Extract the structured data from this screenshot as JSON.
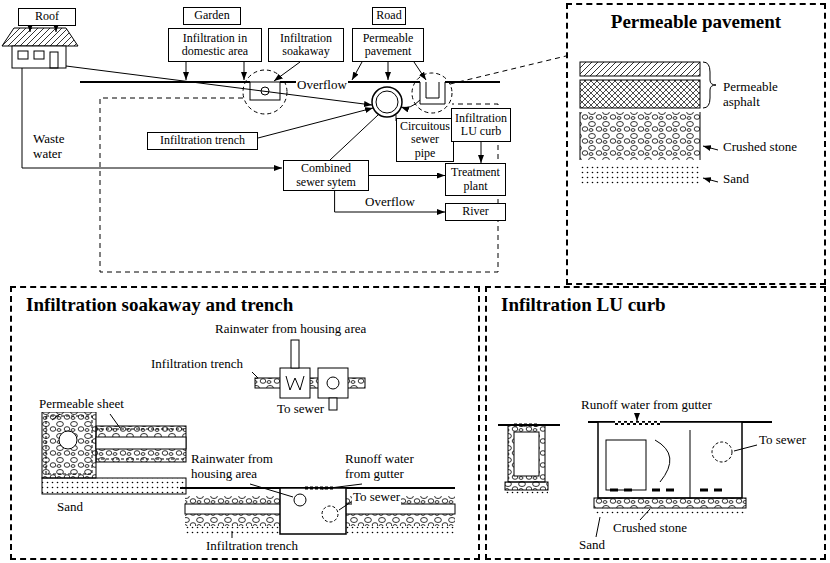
{
  "diagram": {
    "nodes": [
      {
        "text": [
          "Roof"
        ]
      },
      {
        "text": [
          "Garden"
        ]
      },
      {
        "text": [
          "Infiltration in domestic area"
        ]
      },
      {
        "text": [
          "Infiltration soakaway"
        ]
      },
      {
        "text": [
          "Road"
        ]
      },
      {
        "text": [
          "Permeable pavement"
        ]
      },
      {
        "text": [
          "Infiltration trench"
        ]
      },
      {
        "text": [
          "Circuitous sewer pipe"
        ]
      },
      {
        "text": [
          "Infiltration LU curb"
        ]
      },
      {
        "text": [
          "Combined sewer sytem"
        ]
      },
      {
        "text": [
          "Treatment plant"
        ]
      },
      {
        "text": [
          "River"
        ]
      },
      {
        "text": [
          "Permeable pavement"
        ]
      },
      {
        "text": [
          "Infiltration soakaway and trench"
        ]
      },
      {
        "text": [
          "Infiltration LU curb"
        ]
      }
    ],
    "edges": [
      {
        "from": 9,
        "to": 10,
        "arrow": "to"
      },
      {
        "from": 9,
        "to": 11,
        "label": "Overflow",
        "arrow": "to"
      },
      {
        "from": 8,
        "to": 10,
        "arrow": "to"
      }
    ],
    "labels": [
      "Overflow",
      "Waste water",
      "Permeable asphalt",
      "Crushed stone",
      "Sand",
      "Rainwater from housing area",
      "Infiltration trench",
      "To sewer",
      "Permeable sheet",
      "Sand",
      "Rainwater from housing area",
      "Runoff water from gutter",
      "To sewer",
      "Infiltration trench",
      "Runoff water from gutter",
      "To sewer",
      "Crushed stone",
      "Sand"
    ]
  }
}
